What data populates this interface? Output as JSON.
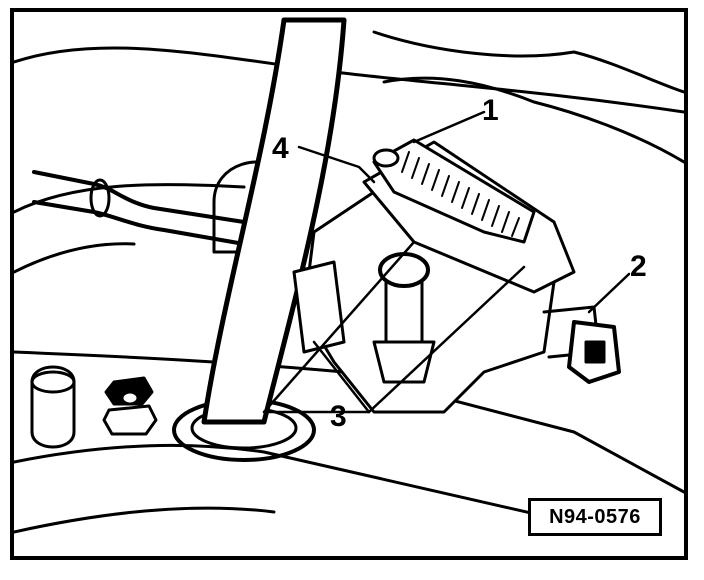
{
  "diagram": {
    "callouts": [
      {
        "id": "1",
        "label": "1"
      },
      {
        "id": "2",
        "label": "2"
      },
      {
        "id": "3",
        "label": "3"
      },
      {
        "id": "4",
        "label": "4"
      }
    ],
    "reference_code": "N94-0576",
    "colors": {
      "ink": "#000000",
      "paper": "#ffffff"
    }
  }
}
